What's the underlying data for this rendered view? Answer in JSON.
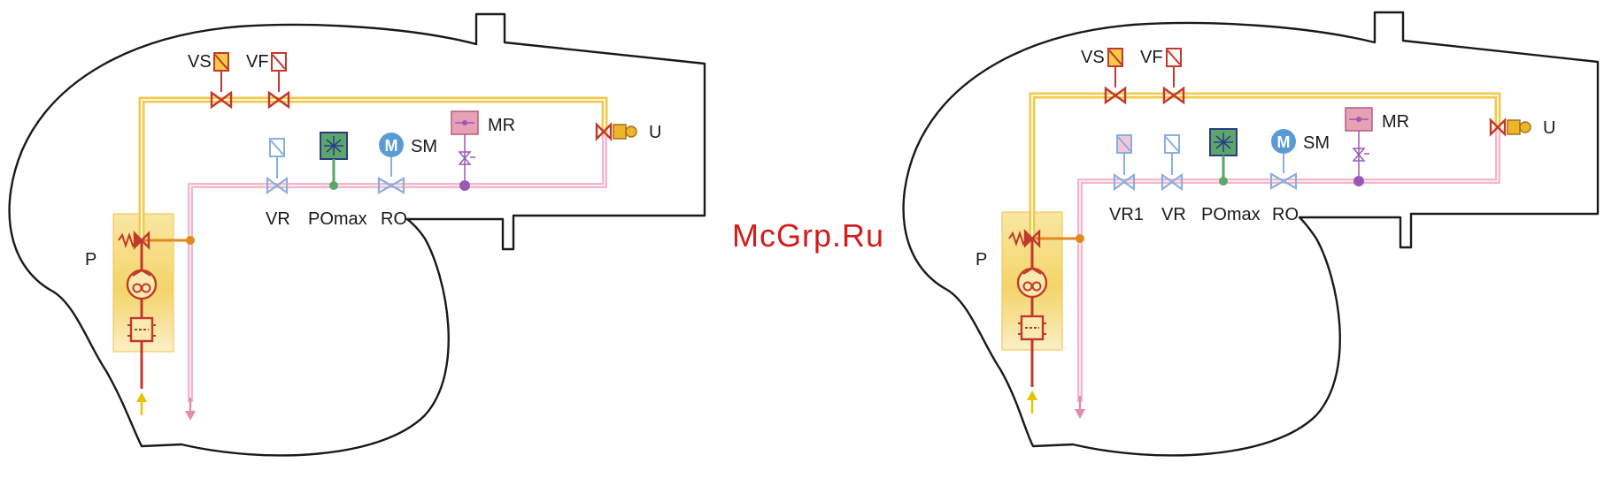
{
  "watermark": "McGrp.Ru",
  "colors": {
    "outline": "#1a1a1a",
    "fuel_line": "#f2c94c",
    "return_line": "#f4b6c8",
    "valve": "#c0392b",
    "solenoid_fill": "#f7c948",
    "pump_panel": "#f6df8e",
    "pump_panel_edge": "#f0c14b",
    "pump_line": "#c0392b",
    "vr_blue": "#8aaee0",
    "pressure_green": "#5aa66b",
    "motor_blue": "#5b9bd5",
    "mr_pink": "#e8a0b4",
    "mr_purple": "#9b59b6",
    "junction_orange": "#e08a1e",
    "arrow_yellow": "#e6c200",
    "arrow_pink": "#e58aa8"
  },
  "left_diagram": {
    "labels": {
      "vs": "VS",
      "vf": "VF",
      "u": "U",
      "vr": "VR",
      "pomax": "POmax",
      "sm": "SM",
      "ro": "RO",
      "mr": "MR",
      "p": "P",
      "motor_letter": "M"
    }
  },
  "right_diagram": {
    "labels": {
      "vs": "VS",
      "vf": "VF",
      "u": "U",
      "vr1": "VR1",
      "vr": "VR",
      "pomax": "POmax",
      "sm": "SM",
      "ro": "RO",
      "mr": "MR",
      "p": "P",
      "motor_letter": "M"
    }
  }
}
